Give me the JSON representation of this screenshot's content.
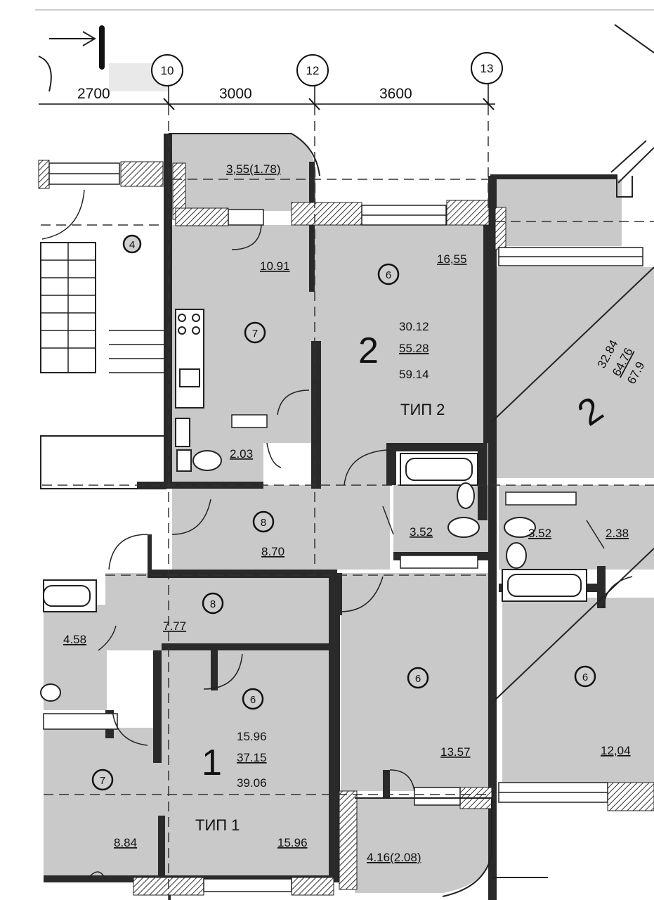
{
  "axes": {
    "a10": "10",
    "a12": "12",
    "a13": "13"
  },
  "dimensions": {
    "d1": "2700",
    "d2": "3000",
    "d3": "3600"
  },
  "apt2": {
    "rooms_label": "2",
    "living": "30.12",
    "total": "55.28",
    "total_with_balcony": "59.14",
    "type": "ТИП 2",
    "balcony": "3,55(1.78)",
    "kitchen": "10.91",
    "room": "16,55",
    "bath": "2.03",
    "hall": "8.70",
    "bath2": "3.52"
  },
  "apt2_right": {
    "rooms_label": "2",
    "living": "32.84",
    "total": "64.76",
    "total_with_balcony": "67.9",
    "bath": "3.52",
    "wc": "2.38",
    "room": "12,04"
  },
  "apt1": {
    "rooms_label": "1",
    "living": "15.96",
    "total": "37.15",
    "total_with_balcony": "39.06",
    "type": "ТИП 1",
    "hall": "7.77",
    "room": "15.96",
    "kitchen": "8.84",
    "bath": "4.58"
  },
  "middle": {
    "room": "13.57",
    "balcony": "4.16(2.08)"
  },
  "room_codes": {
    "stair": "4",
    "room": "6",
    "kitchen": "7",
    "hall": "8"
  },
  "colors": {
    "floor": "#c9c9c9",
    "wall": "#2a2a2a",
    "line": "#222222"
  }
}
